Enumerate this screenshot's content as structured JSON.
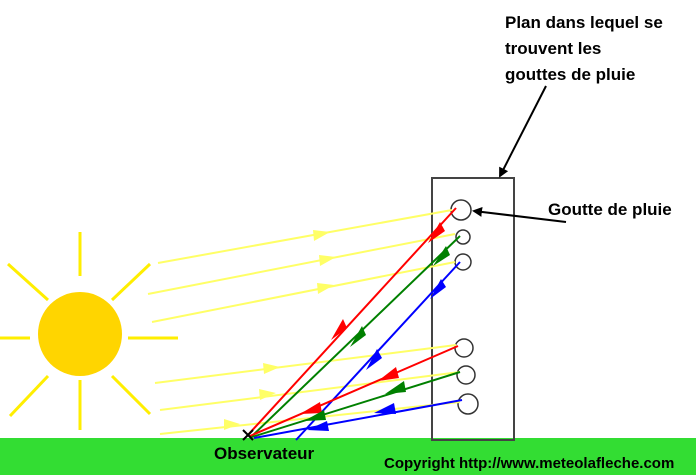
{
  "labels": {
    "plane_line1": "Plan dans lequel se",
    "plane_line2": "trouvent les",
    "plane_line3": "gouttes de pluie",
    "drop": "Goutte de pluie",
    "observer": "Observateur",
    "copyright": "Copyright http://www.meteolafleche.com"
  },
  "colors": {
    "sun": "#ffd500",
    "sunlight": "#ffff66",
    "ground": "#33dd33",
    "red": "#ff0000",
    "green": "#008000",
    "blue": "#0000ff"
  }
}
